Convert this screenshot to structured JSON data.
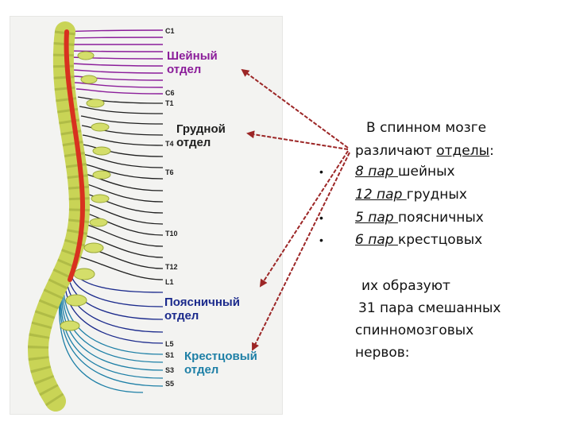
{
  "levels": {
    "c1": "C1",
    "c6": "C6",
    "t1": "T1",
    "t4": "T4",
    "t6": "T6",
    "t10": "T10",
    "t12": "T12",
    "l1": "L1",
    "l5": "L5",
    "s1": "S1",
    "s3": "S3",
    "s5": "S5"
  },
  "sections": {
    "cervical": [
      "Шейный",
      "отдел"
    ],
    "thoracic": [
      "Грудной",
      "отдел"
    ],
    "lumbar": [
      "Поясничный",
      "отдел"
    ],
    "sacral": [
      "Крестцовый",
      "отдел"
    ]
  },
  "colors": {
    "cervical": "#8b1d9a",
    "thoracic": "#1f1f1f",
    "lumbar": "#1b2a8c",
    "sacral": "#1d7fa6",
    "spinal_cord": "#d8311f",
    "vertebra": "#c9d456",
    "arrow": "#9c2626"
  },
  "text": {
    "intro_line1": "В спинном мозге",
    "intro_line2a": "различают ",
    "intro_line2b": "отделы",
    "intro_line2c": ":",
    "items": [
      {
        "count": "8 пар ",
        "name": "шейных"
      },
      {
        "count": "12 пар ",
        "name": "грудных"
      },
      {
        "count": "5 пар ",
        "name": "поясничных"
      },
      {
        "count": "6 пар ",
        "name": "крестцовых"
      }
    ],
    "conclusion": [
      "их образуют",
      "31 пара смешанных",
      "спинномозговых",
      "нервов:"
    ]
  }
}
